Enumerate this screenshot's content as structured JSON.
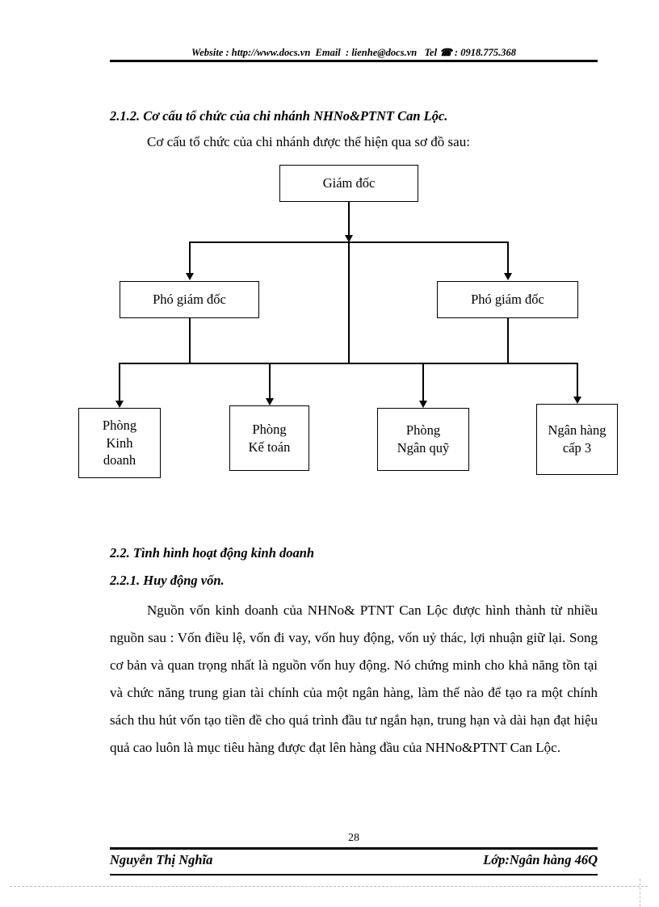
{
  "header": {
    "text": "Website : http://www.docs.vn  Email  : lienhe@docs.vn   Tel ☎ : 0918.775.368"
  },
  "sections": {
    "s212": {
      "heading": "2.1.2. Cơ cấu tổ chức của chi nhánh NHNo&PTNT Can Lộc.",
      "intro": "Cơ cấu tổ chức của chi nhánh được thể hiện qua sơ đồ sau:"
    },
    "s22": {
      "heading": "2.2. Tình hình hoạt động kinh doanh"
    },
    "s221": {
      "heading": "2.2.1. Huy động vốn.",
      "body": "Nguồn vốn kinh doanh của NHNo& PTNT Can Lộc được hình thành từ nhiều nguồn sau : Vốn điều lệ, vốn đi vay, vốn huy động, vốn uỷ thác, lợi nhuận giữ lại. Song cơ bản và quan trọng nhất là nguồn vốn huy động. Nó chứng minh cho khả năng tồn tại và chức năng trung gian tài chính của một ngân hàng, làm thế nào để tạo ra một chính sách thu hút vốn tạo tiền đề cho quá trình đầu tư ngắn hạn, trung hạn và dài hạn đạt hiệu quả cao luôn là mục tiêu hàng được đạt lên hàng đầu của NHNo&PTNT Can Lộc."
    }
  },
  "diagram": {
    "nodes": {
      "director": "Giám đốc",
      "deputy_left": "Phó giám đốc",
      "deputy_right": "Phó giám đốc",
      "dept_business": "Phòng\nKinh\ndoanh",
      "dept_accounting": "Phòng\nKế toán",
      "dept_treasury": "Phòng\nNgân quỹ",
      "dept_bank3": "Ngân hàng\ncấp 3"
    }
  },
  "footer": {
    "page_number": "28",
    "author": "Nguyễn Thị Nghĩa",
    "class": "Lớp:Ngân hàng 46Q"
  }
}
